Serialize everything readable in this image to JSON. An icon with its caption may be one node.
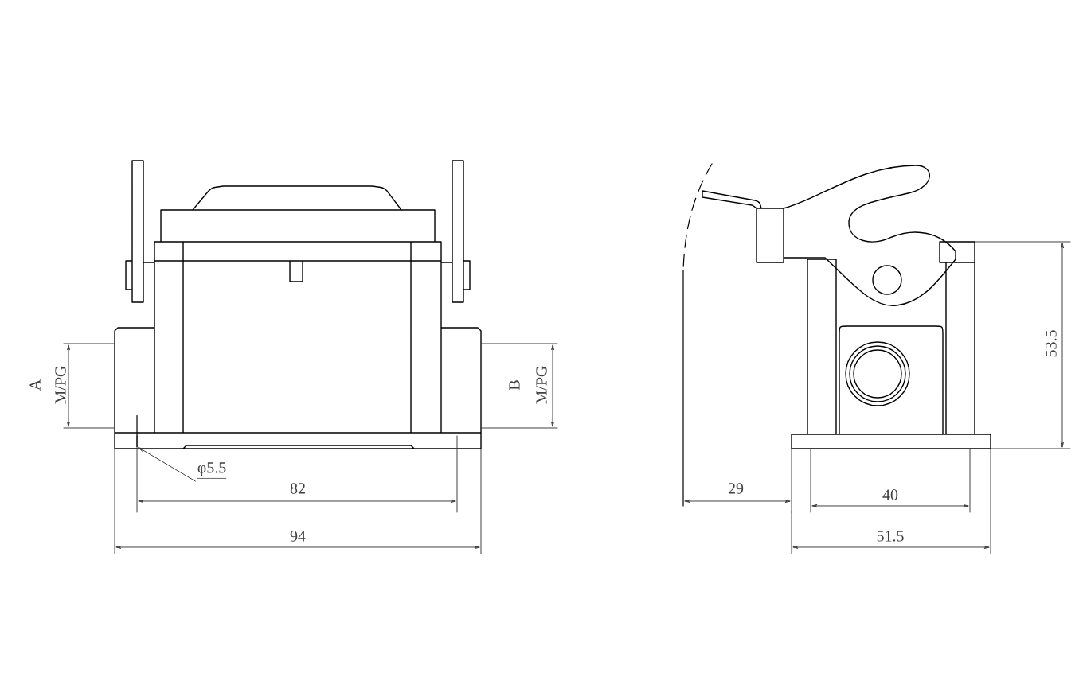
{
  "diagram": {
    "nodes": [
      {
        "text": [
          "φ5.5"
        ]
      },
      {
        "text": [],
        "shape": "line"
      }
    ],
    "edges": [
      {
        "from": 0,
        "to": 1,
        "arrow": "to"
      }
    ],
    "labels": [
      "A",
      "M/PG",
      "B",
      "M/PG",
      "82",
      "94",
      "29",
      "40",
      "51.5",
      "53.5"
    ]
  }
}
